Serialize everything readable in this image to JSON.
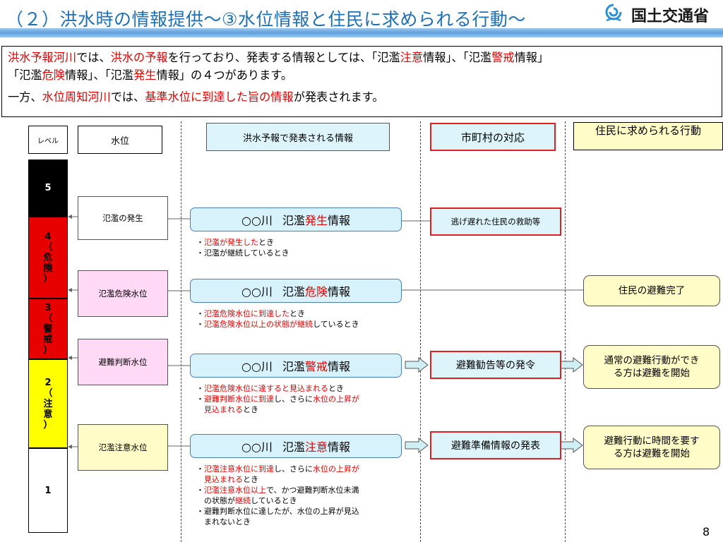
{
  "header": {
    "title": "（２）洪水時の情報提供～③水位情報と住民に求められる行動～",
    "logo_text": "国土交通省"
  },
  "intro": {
    "line1": [
      "洪水予報河川",
      "では、",
      "洪水の予報",
      "を行っており、発表する情報としては、「氾濫",
      "注意",
      "情報」、「氾濫",
      "警戒",
      "情報」"
    ],
    "line2": [
      "「氾濫",
      "危険",
      "情報」、「氾濫",
      "発生",
      "情報」の４つがあります。"
    ],
    "line3": [
      "一方、",
      "水位周知河川",
      "では、",
      "基準水位に到達した旨の情報",
      "が発表されます。"
    ]
  },
  "headers": {
    "level": "レベル",
    "water": "水位",
    "flood_info": "洪水予報で発表される情報",
    "city": "市町村の対応",
    "residents": "住民に求められる行動"
  },
  "levels": {
    "l5": "5",
    "l4": {
      "num": "4",
      "chars": [
        "（",
        "危",
        "険",
        "）"
      ]
    },
    "l3": {
      "num": "3",
      "chars": [
        "（",
        "警",
        "戒",
        "）"
      ]
    },
    "l2": {
      "num": "2",
      "chars": [
        "（",
        "注",
        "意",
        "）"
      ]
    },
    "l1": "1"
  },
  "water_levels": {
    "occur": "氾濫の発生",
    "danger": "氾濫危険水位",
    "evac": "避難判断水位",
    "caution": "氾濫注意水位"
  },
  "info": {
    "river": "○○川",
    "prefix": "氾濫",
    "suffix": "情報",
    "occur": "発生",
    "danger": "危険",
    "warning": "警戒",
    "caution": "注意"
  },
  "conditions": {
    "occur": [
      [
        "・",
        "氾濫が発生した",
        "とき"
      ],
      [
        "・氾濫が継続しているとき"
      ]
    ],
    "danger": [
      [
        "・",
        "氾濫危険水位に到達した",
        "とき"
      ],
      [
        "・",
        "氾濫危険水位以上の状態が継続",
        "しているとき"
      ]
    ],
    "warning": [
      [
        "・",
        "氾濫危険水位に達すると見込まれる",
        "とき"
      ],
      [
        "・",
        "避難判断水位に到達",
        "し、さらに",
        "水位の上昇が"
      ],
      [
        "見込まれる",
        "とき"
      ]
    ],
    "caution": [
      [
        "・",
        "氾濫注意水位に到達",
        "し、さらに",
        "水位の上昇が"
      ],
      [
        "見込まれる",
        "とき"
      ],
      [
        "・",
        "氾濫注意水位以上",
        "で、かつ避難判断水位未満"
      ],
      [
        "の状態が",
        "継続",
        "しているとき"
      ],
      [
        "・避難判断水位に達したが、水位の上昇が見込"
      ],
      [
        "まれないとき"
      ]
    ]
  },
  "city_actions": {
    "rescue": "逃げ遅れた住民の救助等",
    "advisory": "避難勧告等の発令",
    "prep": "避難準備情報の発表"
  },
  "resident_actions": {
    "done": "住民の避難完了",
    "normal": [
      "通常の避難行動ができ",
      "る方は避難を開始"
    ],
    "slow": [
      "避難行動に時間を要す",
      "る方は避難を開始"
    ]
  },
  "page_number": "8",
  "colors": {
    "title": "#1f6fb4",
    "emphasis": "#e00000",
    "level5": "#000000",
    "level_danger": "#e60000",
    "level_caution": "#ffff00",
    "pink": "#ffd9f5",
    "cream": "#fffcc8",
    "light_blue": "#d8f2fb"
  }
}
